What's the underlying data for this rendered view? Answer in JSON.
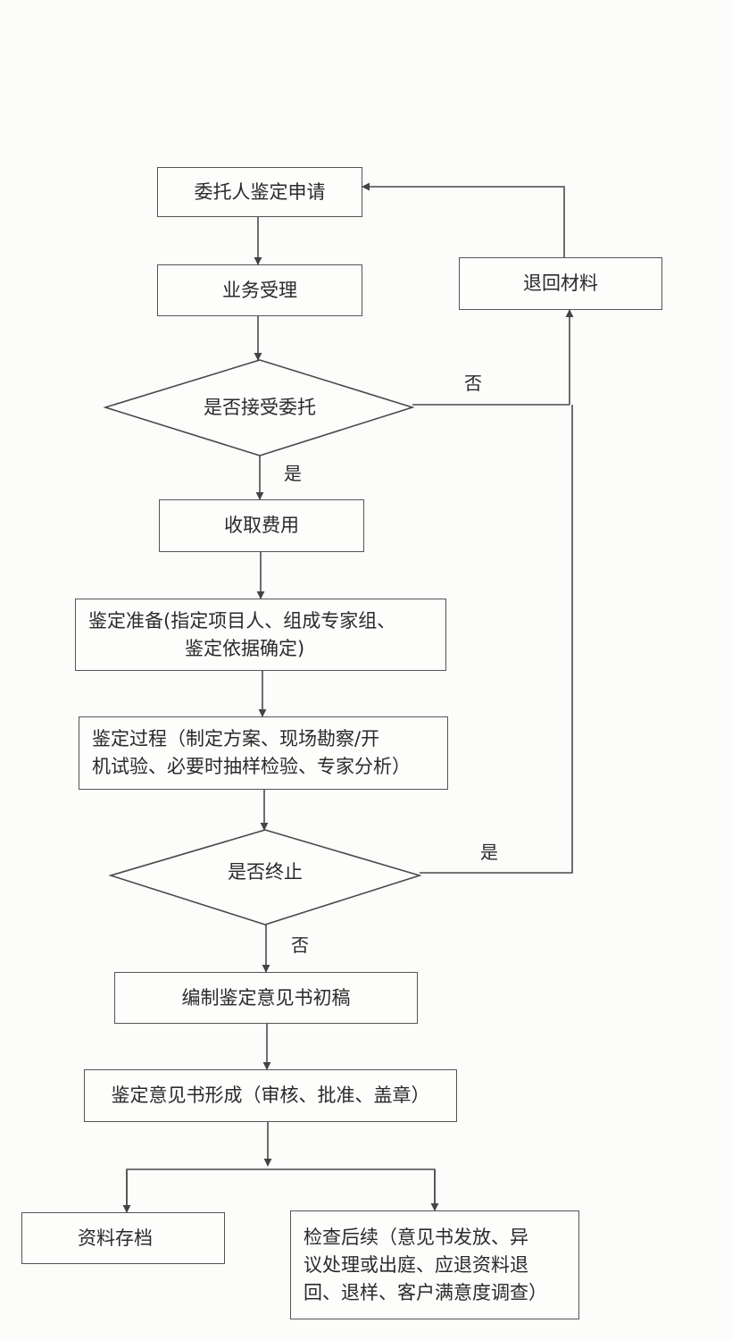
{
  "nodes": {
    "apply": "委托人鉴定申请",
    "accept": "业务受理",
    "decision_accept": "是否接受委托",
    "fee": "收取费用",
    "prepare": "鉴定准备(指定项目人、组成专家组、鉴定依据确定)",
    "process": "鉴定过程（制定方案、现场勘察/开机试验、必要时抽样检验、专家分析）",
    "decision_stop": "是否终止",
    "draft": "编制鉴定意见书初稿",
    "form": "鉴定意见书形成（审核、批准、盖章）",
    "archive": "资料存档",
    "followup": "检查后续（意见书发放、异议处理或出庭、应退资料退回、退样、客户满意度调查）",
    "return": "退回材料"
  },
  "node_lines": {
    "prepare": [
      "鉴定准备(指定项目人、组成专家组、",
      "鉴定依据确定)"
    ],
    "process": [
      "鉴定过程（制定方案、现场勘察/开",
      "机试验、必要时抽样检验、专家分析）"
    ],
    "followup": [
      "检查后续（意见书发放、异",
      "议处理或出庭、应退资料退",
      "回、退样、客户满意度调查）"
    ]
  },
  "edge_labels": {
    "accept_no": "否",
    "accept_yes": "是",
    "stop_yes": "是",
    "stop_no": "否"
  }
}
